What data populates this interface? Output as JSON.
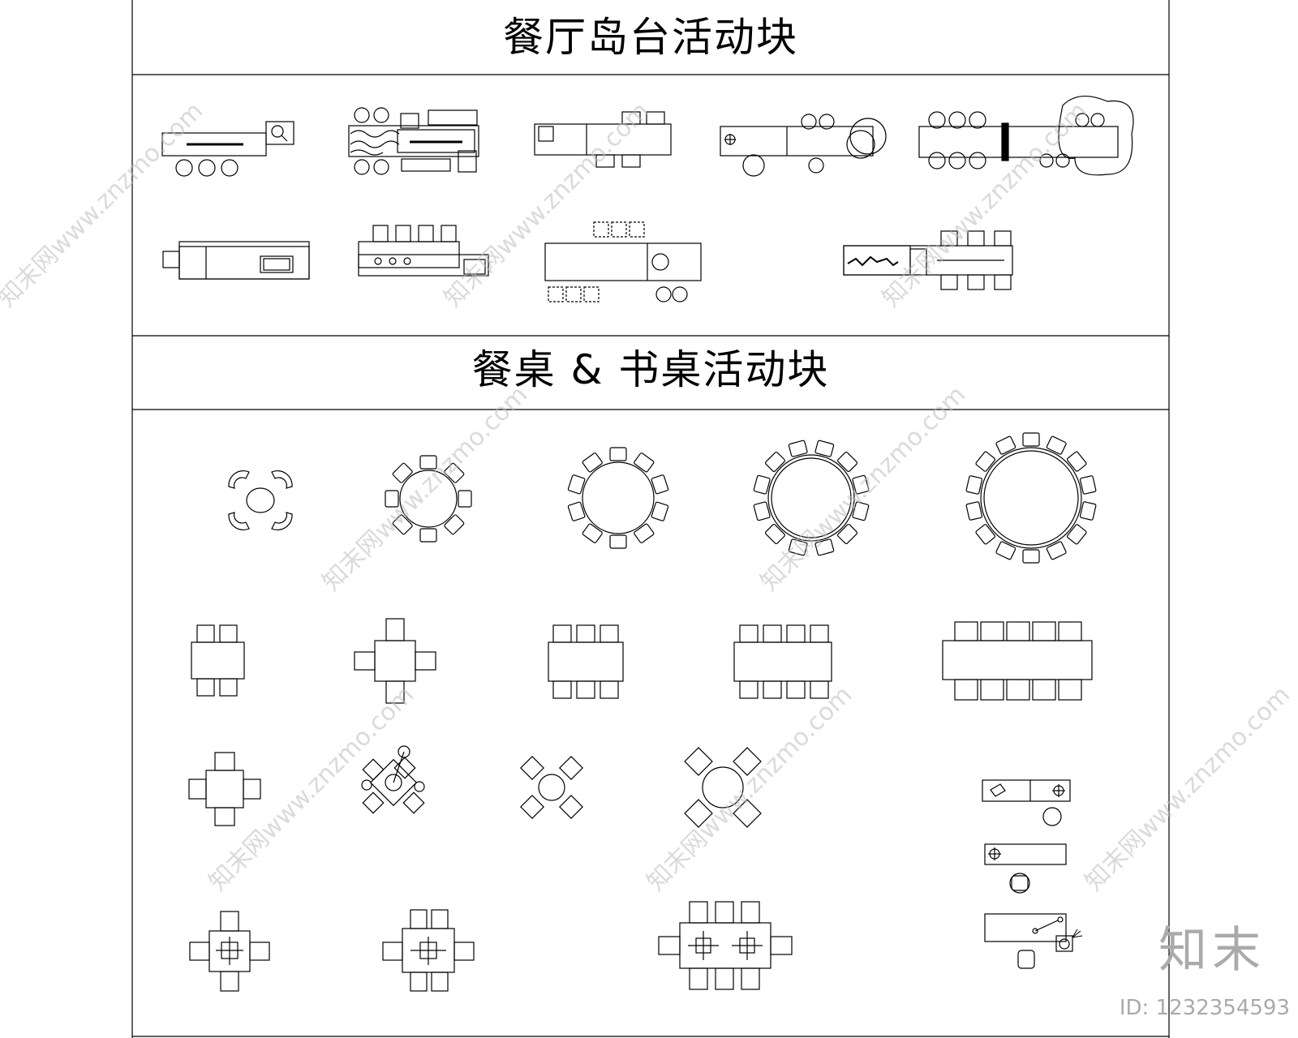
{
  "sections": {
    "island_title": "餐厅岛台活动块",
    "table_title": "餐桌 & 书桌活动块"
  },
  "watermark": {
    "text": "知末网www.znzmo.com"
  },
  "brand": {
    "logo": "知末",
    "id": "ID: 1232354593"
  }
}
